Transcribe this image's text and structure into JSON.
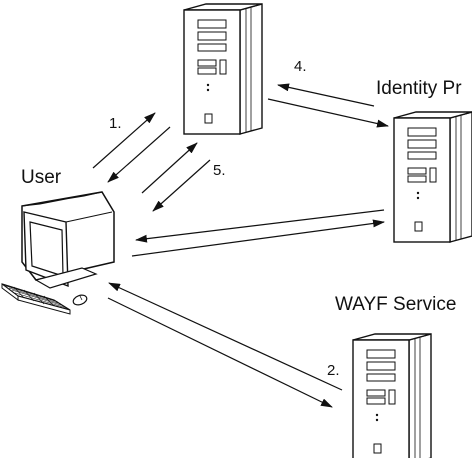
{
  "labels": {
    "user": "User",
    "identity_provider": "Identity Pr",
    "wayf_service": "WAYF Service"
  },
  "steps": [
    "1.",
    "2.",
    "4.",
    "5."
  ],
  "icons": {
    "service_provider": "tower-server-icon",
    "identity_provider": "tower-server-icon",
    "wayf_service": "tower-server-icon",
    "user": "desktop-computer-icon"
  }
}
